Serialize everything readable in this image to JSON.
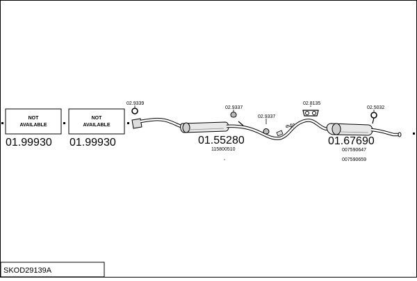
{
  "diagram": {
    "title": "SKOD29139A",
    "boxes": [
      {
        "line1": "NOT",
        "line2": "AVAILABLE",
        "code": "01.99930"
      },
      {
        "line1": "NOT",
        "line2": "AVAILABLE",
        "code": "01.99930"
      }
    ],
    "parts": {
      "ring_left_code": "02.9339",
      "center_muffler_code": "01.55280",
      "center_muffler_oem": "115800510",
      "hanger_a_code": "02.9337",
      "hanger_b_code": "02.9337",
      "diameter_label": "⌀40",
      "bracket_code": "02.8135",
      "rear_muffler_code": "01.67690",
      "rear_muffler_oem_1": "007590647",
      "rear_muffler_oem_2": "007590659",
      "clamp_code": "02.5032"
    }
  }
}
